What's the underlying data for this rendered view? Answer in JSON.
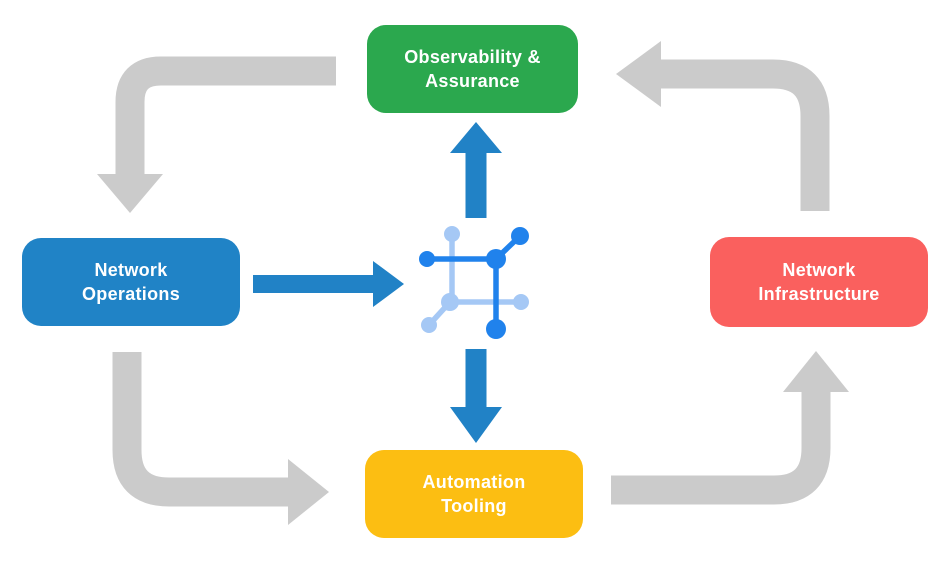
{
  "diagram": {
    "background": "#FFFFFF",
    "boxes": [
      {
        "id": "observability-assurance",
        "lines": [
          "Observability &",
          "Assurance"
        ],
        "color": "#2BA84E"
      },
      {
        "id": "network-operations",
        "lines": [
          "Network",
          "Operations"
        ],
        "color": "#2083C6"
      },
      {
        "id": "network-infrastructure",
        "lines": [
          "Network",
          "Infrastructure"
        ],
        "color": "#FA605E"
      },
      {
        "id": "automation-tooling",
        "lines": [
          "Automation",
          "Tooling"
        ],
        "color": "#FCBE12"
      }
    ],
    "colors": {
      "cycle_arrow": "#CBCBCB",
      "flow_arrow": "#2182C6",
      "icon_dark": "#2082EC",
      "icon_light": "#A5C8F5",
      "box_text": "#FFFFFF"
    },
    "icon": {
      "name": "network-mesh-icon"
    },
    "arrows": {
      "cycle": [
        {
          "from": "observability-assurance",
          "to": "network-operations"
        },
        {
          "from": "network-operations",
          "to": "automation-tooling"
        },
        {
          "from": "automation-tooling",
          "to": "network-infrastructure"
        },
        {
          "from": "network-infrastructure",
          "to": "observability-assurance"
        }
      ],
      "flow": [
        {
          "from": "network-operations",
          "to": "center-icon"
        },
        {
          "from": "center-icon",
          "to": "observability-assurance"
        },
        {
          "from": "center-icon",
          "to": "automation-tooling"
        }
      ]
    }
  }
}
